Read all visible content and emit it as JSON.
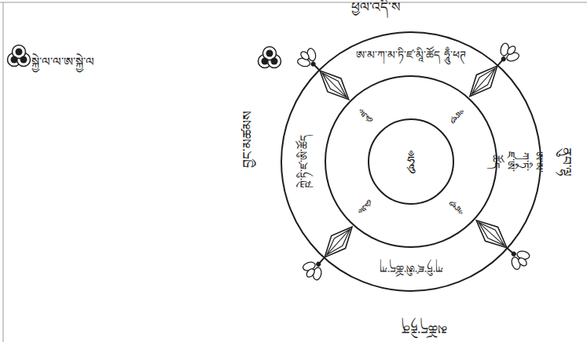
{
  "diagram": {
    "title": "སྐྱེ་ལ་ལ་ཨ་སྐྱེ་ལ",
    "nodes": [
      {
        "text": [
          "ཨ་མ་ཀ་མ་ཏི་ཛ་མཱི་ཚོད ཧཱུྃ་ཕཊ",
          "ཨ་མ་ཀ་ཏི་ཛ་ཨི་ཚོད",
          "ཀ་ཏི་ཛ་ཨི་ཚོད་ཀ",
          "ཀྵེ་ཏི་ཛ་ཨི་ཚོད"
        ]
      },
      {
        "text": [
          "ཧཱུྃ",
          "ཧཱུྃ",
          "ཧཱུྃ",
          "ཧཱུྃ"
        ],
        "in": 0
      },
      {
        "text": [
          "ཧཱུྃ"
        ],
        "in": 1
      }
    ],
    "labels": [
      "ཕྱལ་འདི་ས",
      "ནུབ་ལྷ",
      "མཆོད་རྟེན",
      "བྱང་མཚམས"
    ]
  }
}
